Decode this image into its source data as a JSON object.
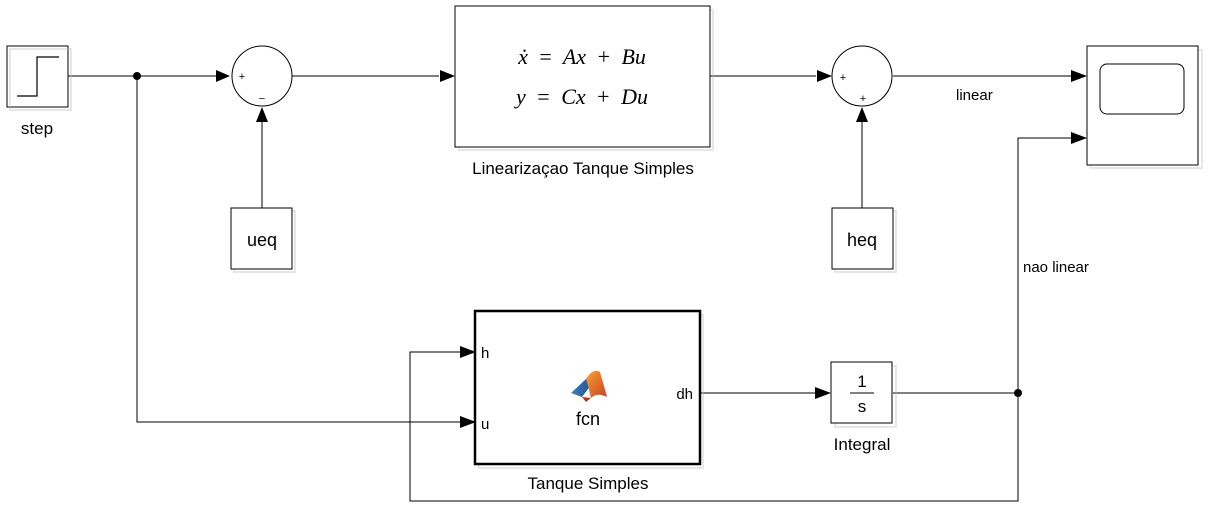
{
  "blocks": {
    "step": {
      "label": "step"
    },
    "ueq": {
      "text": "ueq"
    },
    "heq": {
      "text": "heq"
    },
    "sum1": {
      "sign_top": "+",
      "sign_bottom": "−"
    },
    "sum2": {
      "sign_left": "+",
      "sign_bottom": "+"
    },
    "state_space": {
      "line1": {
        "lhs": "ẋ",
        "eq": "=",
        "t1": "Ax",
        "plus": "+",
        "t2": "Bu"
      },
      "line2": {
        "lhs": "y",
        "eq": "=",
        "t1": "Cx",
        "plus": "+",
        "t2": "Du"
      },
      "label": "Linearizaçao Tanque Simples"
    },
    "fcn": {
      "text": "fcn",
      "in_h": "h",
      "in_u": "u",
      "out_dh": "dh",
      "label": "Tanque Simples"
    },
    "integral": {
      "num": "1",
      "den": "s",
      "label": "Integral"
    },
    "scope": {}
  },
  "signals": {
    "linear": "linear",
    "nao_linear": "nao linear"
  },
  "icons": {
    "fcn_icon": "matlab-logo-icon",
    "step_icon": "step-waveform-icon",
    "scope_icon": "scope-screen-icon"
  },
  "colors": {
    "line": "#000000",
    "block_border": "#000000",
    "block_fill": "#ffffff"
  }
}
